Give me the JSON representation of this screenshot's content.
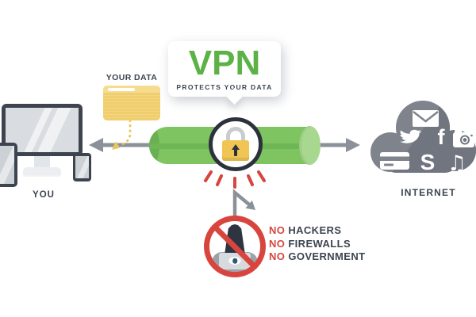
{
  "bubble": {
    "title": "VPN",
    "subtitle": "PROTECTS YOUR DATA"
  },
  "labels": {
    "you": "YOU",
    "internet": "INTERNET",
    "your_data": "YOUR DATA"
  },
  "protections": [
    {
      "prefix": "NO",
      "label": "HACKERS"
    },
    {
      "prefix": "NO",
      "label": "FIREWALLS"
    },
    {
      "prefix": "NO",
      "label": "GOVERNMENT"
    }
  ],
  "cloud": {
    "icons": [
      "email-icon",
      "twitter-icon",
      "facebook-icon",
      "camera-icon",
      "credit-card-icon",
      "skype-icon",
      "music-note-icon"
    ],
    "facebook_letter": "f",
    "skype_letter": "S",
    "music_glyph": "♫"
  },
  "devices": [
    "desktop-monitor",
    "tablet",
    "smartphone"
  ],
  "center_icons": [
    "padlock-icon",
    "folder-icon",
    "hacker-icon",
    "prohibition-icon"
  ],
  "colors": {
    "brand_green": "#5cb247",
    "tunnel_green": "#7ec460",
    "dark_text": "#3d4450",
    "alert_red": "#d8453e",
    "cloud_gray": "#7e838c",
    "cloud_gray_dark": "#70757f",
    "folder_yellow": "#f1ce6d",
    "lock_yellow": "#f0c554",
    "arrow_gray": "#8b9198"
  }
}
